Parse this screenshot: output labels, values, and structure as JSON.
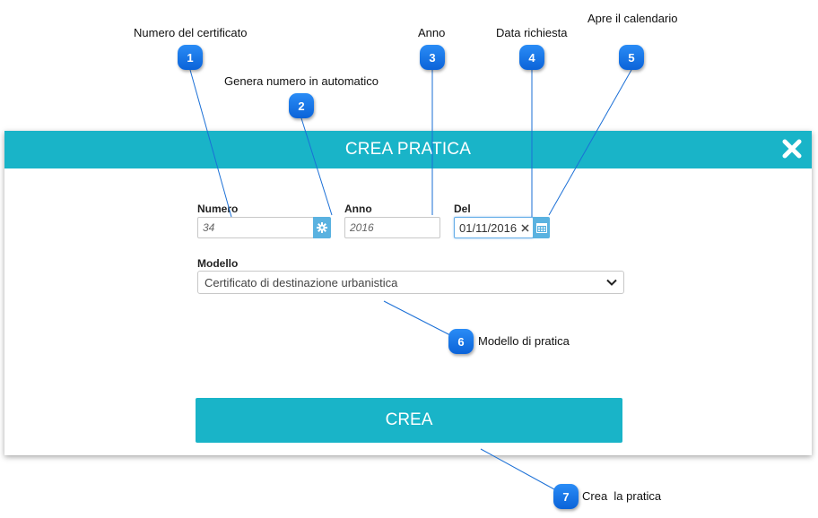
{
  "callouts": [
    {
      "number": "1",
      "label": "Numero del certificato"
    },
    {
      "number": "2",
      "label": "Genera numero in automatico"
    },
    {
      "number": "3",
      "label": "Anno"
    },
    {
      "number": "4",
      "label": "Data richiesta"
    },
    {
      "number": "5",
      "label": "Apre il calendario"
    },
    {
      "number": "6",
      "label": "Modello di pratica"
    },
    {
      "number": "7",
      "label": "Crea  la pratica"
    }
  ],
  "dialog": {
    "title": "CREA PRATICA",
    "close_icon": "close-x-icon",
    "numero": {
      "label": "Numero",
      "placeholder": "34",
      "generate_icon": "gear-icon"
    },
    "anno": {
      "label": "Anno",
      "placeholder": "2016"
    },
    "del": {
      "label": "Del",
      "value": "01/11/2016",
      "clear_icon": "clear-x-icon",
      "calendar_icon": "calendar-icon"
    },
    "modello": {
      "label": "Modello",
      "value": "Certificato di destinazione urbanistica",
      "dropdown_icon": "chevron-down-icon"
    },
    "submit_label": "CREA"
  },
  "colors": {
    "accent": "#19b4c8",
    "badge": "#0b63d8",
    "addon": "#5ab2e0",
    "line": "#1a6fd6"
  }
}
